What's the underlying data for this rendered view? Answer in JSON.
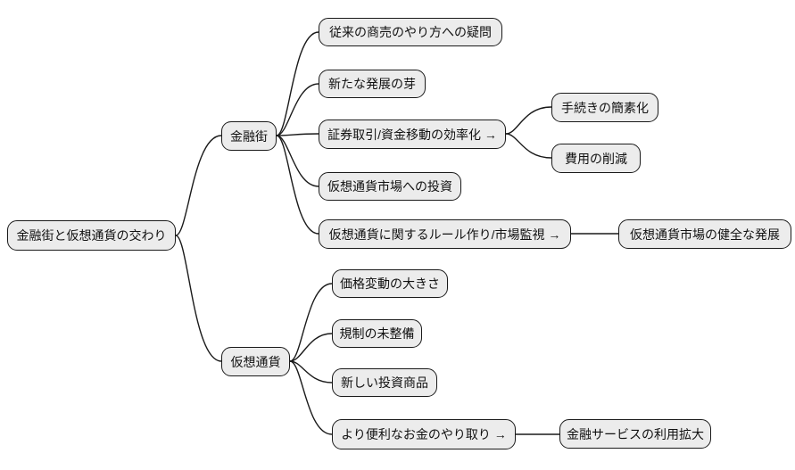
{
  "diagram": {
    "type": "mindmap",
    "title": "金融街と仮想通貨の交わり",
    "colors": {
      "background": "#ffffff",
      "node_fill": "#ececec",
      "node_border": "#1a1a1a",
      "edge_line": "#1a1a1a",
      "text": "#111111"
    }
  },
  "nodes": {
    "root": {
      "label": "金融街と仮想通貨の交わり"
    },
    "finance_district": {
      "label": "金融街"
    },
    "crypto": {
      "label": "仮想通貨"
    },
    "doubt_traditional": {
      "label": "従来の商売のやり方への疑問"
    },
    "new_growth": {
      "label": "新たな発展の芽"
    },
    "efficiency": {
      "label": "証券取引/資金移動の効率化 →"
    },
    "simplify_procedures": {
      "label": "手続きの簡素化"
    },
    "cost_reduction": {
      "label": "費用の削減"
    },
    "invest_crypto_market": {
      "label": "仮想通貨市場への投資"
    },
    "rulemaking_surveillance": {
      "label": "仮想通貨に関するルール作り/市場監視 →"
    },
    "healthy_development": {
      "label": "仮想通貨市場の健全な発展"
    },
    "price_volatility": {
      "label": "価格変動の大きさ"
    },
    "unregulated": {
      "label": "規制の未整備"
    },
    "new_investment_product": {
      "label": "新しい投資商品"
    },
    "convenient_money_exchange": {
      "label": "より便利なお金のやり取り →"
    },
    "expand_financial_services": {
      "label": "金融サービスの利用拡大"
    }
  },
  "edges": [
    {
      "from": "root",
      "to": "finance_district"
    },
    {
      "from": "root",
      "to": "crypto"
    },
    {
      "from": "finance_district",
      "to": "doubt_traditional"
    },
    {
      "from": "finance_district",
      "to": "new_growth"
    },
    {
      "from": "finance_district",
      "to": "efficiency"
    },
    {
      "from": "finance_district",
      "to": "invest_crypto_market"
    },
    {
      "from": "finance_district",
      "to": "rulemaking_surveillance"
    },
    {
      "from": "efficiency",
      "to": "simplify_procedures"
    },
    {
      "from": "efficiency",
      "to": "cost_reduction"
    },
    {
      "from": "rulemaking_surveillance",
      "to": "healthy_development"
    },
    {
      "from": "crypto",
      "to": "price_volatility"
    },
    {
      "from": "crypto",
      "to": "unregulated"
    },
    {
      "from": "crypto",
      "to": "new_investment_product"
    },
    {
      "from": "crypto",
      "to": "convenient_money_exchange"
    },
    {
      "from": "convenient_money_exchange",
      "to": "expand_financial_services"
    }
  ]
}
